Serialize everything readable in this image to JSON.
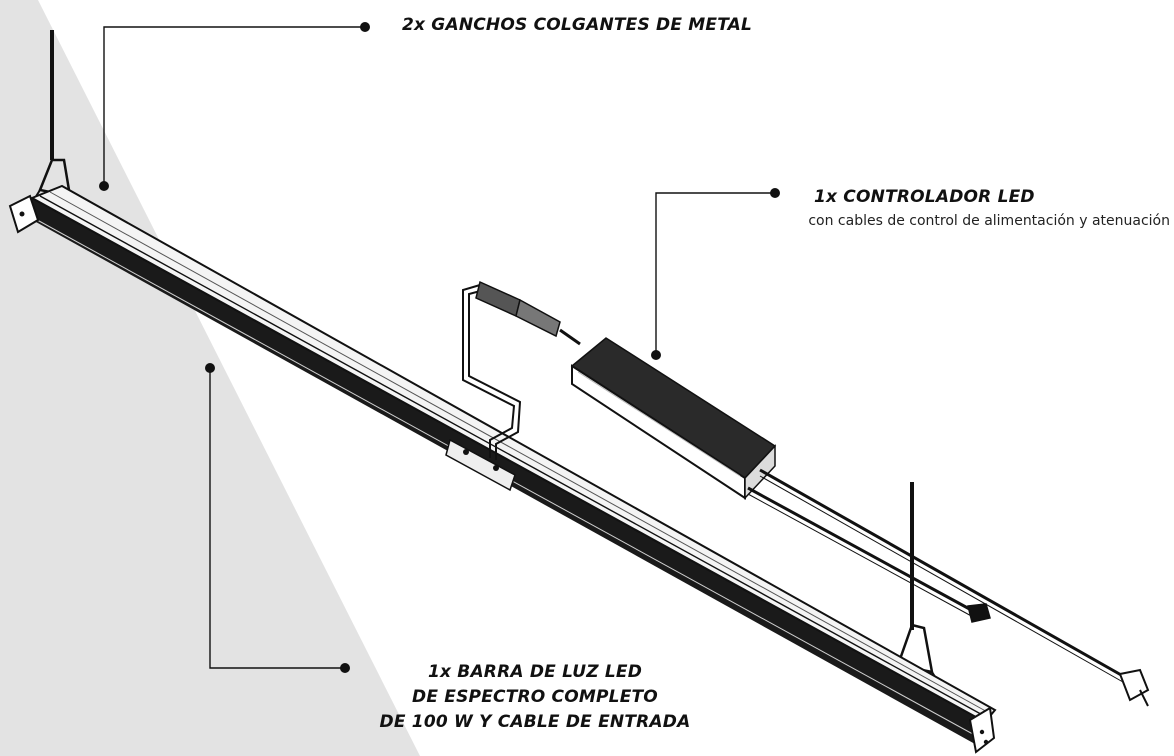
{
  "callouts": {
    "hooks": {
      "title": "2x GANCHOS COLGANTES DE METAL"
    },
    "controller": {
      "title": "1x CONTROLADOR LED",
      "subtitle": "con cables de control de alimentación y atenuación"
    },
    "light_bar": {
      "lines": [
        "1x BARRA DE LUZ LED",
        "DE ESPECTRO COMPLETO",
        "DE 100 W Y CABLE DE ENTRADA"
      ]
    }
  },
  "colors": {
    "background_shape": "#e3e3e3",
    "line": "#111111",
    "bar_dark": "#1a1a1a",
    "bar_light": "#f4f4f4"
  }
}
